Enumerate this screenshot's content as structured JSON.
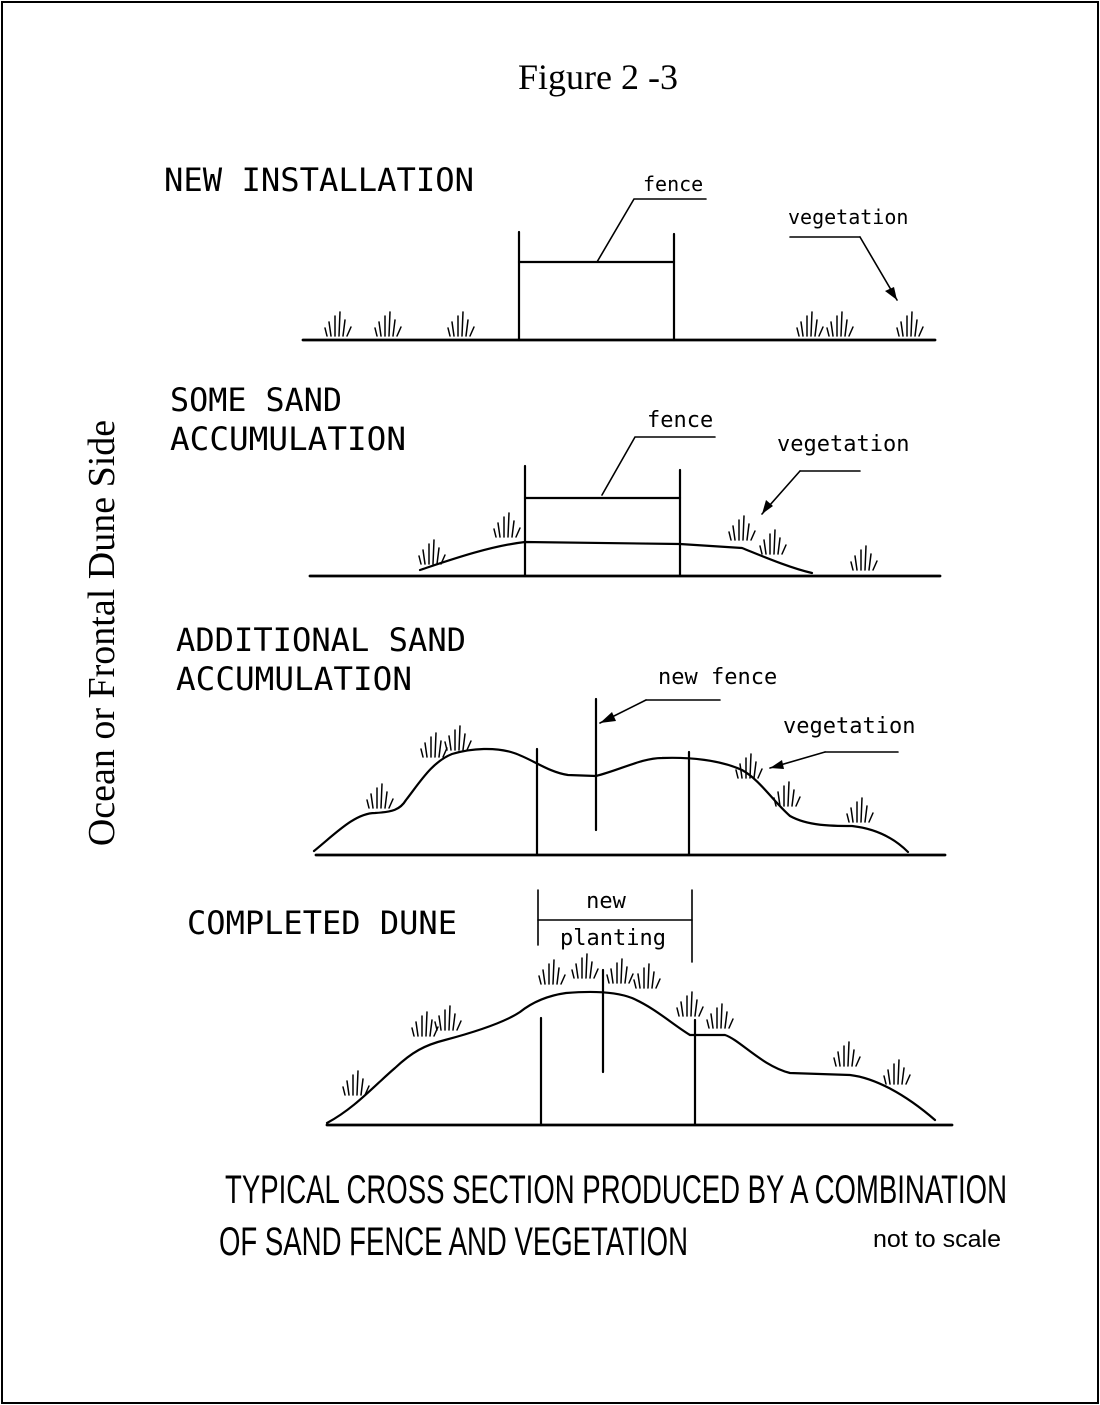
{
  "figure_title": "Figure 2 -3",
  "side_label": "Ocean or Frontal Dune Side",
  "panels": {
    "new_installation": {
      "title": "NEW INSTALLATION",
      "fence_label": "fence",
      "vegetation_label": "vegetation"
    },
    "some_sand": {
      "title_line1": "SOME SAND",
      "title_line2": "ACCUMULATION",
      "fence_label": "fence",
      "vegetation_label": "vegetation"
    },
    "additional_sand": {
      "title_line1": "ADDITIONAL SAND",
      "title_line2": "ACCUMULATION",
      "new_fence_label": "new fence",
      "vegetation_label": "vegetation"
    },
    "completed_dune": {
      "title": "COMPLETED DUNE",
      "new_label": "new",
      "planting_label": "planting"
    }
  },
  "caption": {
    "line1": "TYPICAL CROSS SECTION PRODUCED BY A COMBINATION",
    "line2": "OF SAND FENCE AND VEGETATION",
    "scale_note": "not to scale"
  }
}
